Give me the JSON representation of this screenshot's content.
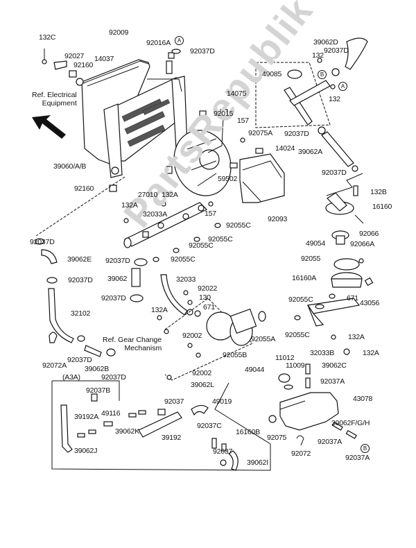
{
  "diagram": {
    "title": "Radiator exploded parts diagram",
    "watermark": "PartsRepublik",
    "references": {
      "electrical": "Ref. Electrical\nEquipment",
      "gear_change": "Ref. Gear Change\nMechanism",
      "variant_group": "(A3A)"
    },
    "markers": [
      "A",
      "B"
    ],
    "labels": [
      {
        "id": "132C",
        "text": "132C"
      },
      {
        "id": "92009",
        "text": "92009"
      },
      {
        "id": "92016A",
        "text": "92016A"
      },
      {
        "id": "92037D_a",
        "text": "92037D"
      },
      {
        "id": "92027",
        "text": "92027"
      },
      {
        "id": "14037",
        "text": "14037"
      },
      {
        "id": "92160_a",
        "text": "92160"
      },
      {
        "id": "39062D",
        "text": "39062D"
      },
      {
        "id": "92037D_b",
        "text": "92037D"
      },
      {
        "id": "132_a",
        "text": "132"
      },
      {
        "id": "49085",
        "text": "49085"
      },
      {
        "id": "132_b",
        "text": "132"
      },
      {
        "id": "14075",
        "text": "14075"
      },
      {
        "id": "92015",
        "text": "92015"
      },
      {
        "id": "157_a",
        "text": "157"
      },
      {
        "id": "92075A",
        "text": "92075A"
      },
      {
        "id": "92037D_c",
        "text": "92037D"
      },
      {
        "id": "14024",
        "text": "14024"
      },
      {
        "id": "39062A",
        "text": "39062A"
      },
      {
        "id": "39060AB",
        "text": "39060/A/B"
      },
      {
        "id": "59502",
        "text": "59502"
      },
      {
        "id": "92037D_d",
        "text": "92037D"
      },
      {
        "id": "92160_b",
        "text": "92160"
      },
      {
        "id": "27010",
        "text": "27010"
      },
      {
        "id": "132A_a",
        "text": "132A"
      },
      {
        "id": "132A_b",
        "text": "132A"
      },
      {
        "id": "157_b",
        "text": "157"
      },
      {
        "id": "132B",
        "text": "132B"
      },
      {
        "id": "16160",
        "text": "16160"
      },
      {
        "id": "32033A",
        "text": "32033A"
      },
      {
        "id": "92093",
        "text": "92093"
      },
      {
        "id": "92055C_a",
        "text": "92055C"
      },
      {
        "id": "92055C_b",
        "text": "92055C"
      },
      {
        "id": "92066",
        "text": "92066"
      },
      {
        "id": "92037D_e",
        "text": "92037D"
      },
      {
        "id": "49054",
        "text": "49054"
      },
      {
        "id": "92066A",
        "text": "92066A"
      },
      {
        "id": "39062E",
        "text": "39062E"
      },
      {
        "id": "92055C_c",
        "text": "92055C"
      },
      {
        "id": "92055C_d",
        "text": "92055C"
      },
      {
        "id": "92055",
        "text": "92055"
      },
      {
        "id": "92037D_f",
        "text": "92037D"
      },
      {
        "id": "92037D_g",
        "text": "92037D"
      },
      {
        "id": "39062",
        "text": "39062"
      },
      {
        "id": "32033",
        "text": "32033"
      },
      {
        "id": "16160A",
        "text": "16160A"
      },
      {
        "id": "92022",
        "text": "92022"
      },
      {
        "id": "92037D_h",
        "text": "92037D"
      },
      {
        "id": "130",
        "text": "130"
      },
      {
        "id": "132A_c",
        "text": "132A"
      },
      {
        "id": "671_a",
        "text": "671"
      },
      {
        "id": "92055C_e",
        "text": "92055C"
      },
      {
        "id": "671_b",
        "text": "671"
      },
      {
        "id": "43056",
        "text": "43056"
      },
      {
        "id": "32102",
        "text": "32102"
      },
      {
        "id": "92002_a",
        "text": "92002"
      },
      {
        "id": "92055A",
        "text": "92055A"
      },
      {
        "id": "92055C_f",
        "text": "92055C"
      },
      {
        "id": "132A_d",
        "text": "132A"
      },
      {
        "id": "92055B",
        "text": "92055B"
      },
      {
        "id": "32033B",
        "text": "32033B"
      },
      {
        "id": "132A_e",
        "text": "132A"
      },
      {
        "id": "92072A",
        "text": "92072A"
      },
      {
        "id": "92037D_i",
        "text": "92037D"
      },
      {
        "id": "39062B",
        "text": "39062B"
      },
      {
        "id": "92037D_j",
        "text": "92037D"
      },
      {
        "id": "49044",
        "text": "49044"
      },
      {
        "id": "11012",
        "text": "11012"
      },
      {
        "id": "11009",
        "text": "11009"
      },
      {
        "id": "39062C",
        "text": "39062C"
      },
      {
        "id": "92002_b",
        "text": "92002"
      },
      {
        "id": "92037A_a",
        "text": "92037A"
      },
      {
        "id": "39062L",
        "text": "39062L"
      },
      {
        "id": "92037B",
        "text": "92037B"
      },
      {
        "id": "43078",
        "text": "43078"
      },
      {
        "id": "92037_a",
        "text": "92037"
      },
      {
        "id": "49019",
        "text": "49019"
      },
      {
        "id": "39192A",
        "text": "39192A"
      },
      {
        "id": "49116",
        "text": "49116"
      },
      {
        "id": "92037C",
        "text": "92037C"
      },
      {
        "id": "39062FGH",
        "text": "39062F/G/H"
      },
      {
        "id": "39062K",
        "text": "39062K"
      },
      {
        "id": "16160B",
        "text": "16160B"
      },
      {
        "id": "92075",
        "text": "92075"
      },
      {
        "id": "92037A_b",
        "text": "92037A"
      },
      {
        "id": "39192",
        "text": "39192"
      },
      {
        "id": "92072",
        "text": "92072"
      },
      {
        "id": "92037A_c",
        "text": "92037A"
      },
      {
        "id": "39062J",
        "text": "39062J"
      },
      {
        "id": "92037_b",
        "text": "92037"
      },
      {
        "id": "39062I",
        "text": "39062I"
      }
    ]
  }
}
